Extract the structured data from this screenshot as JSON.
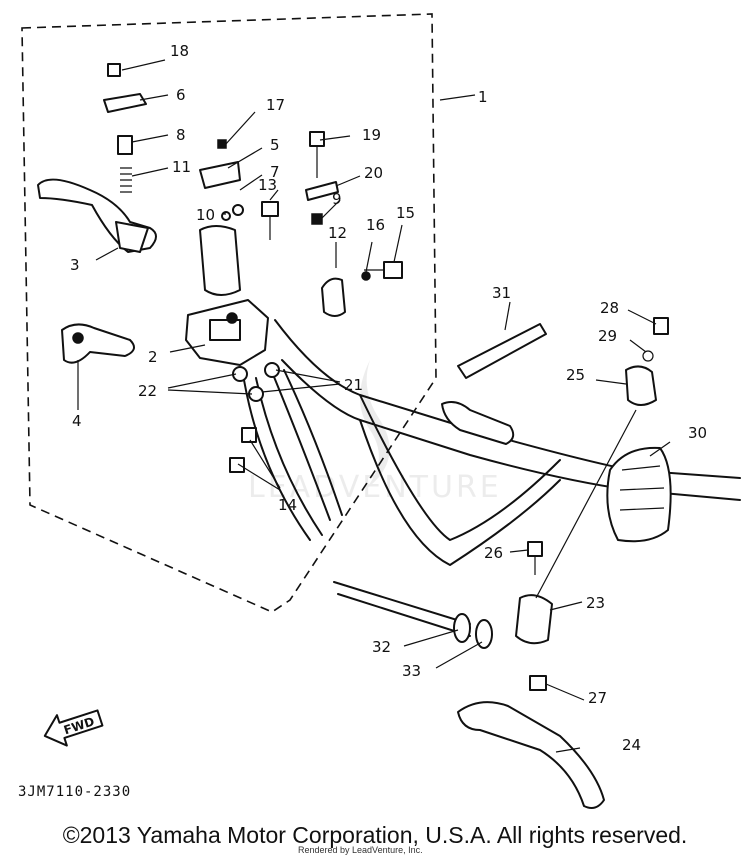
{
  "diagram": {
    "callouts": [
      "1",
      "2",
      "3",
      "4",
      "5",
      "6",
      "7",
      "8",
      "9",
      "10",
      "11",
      "12",
      "13",
      "14",
      "15",
      "16",
      "17",
      "18",
      "19",
      "20",
      "21",
      "22",
      "23",
      "24",
      "25",
      "26",
      "27",
      "28",
      "29",
      "30",
      "31",
      "32",
      "33"
    ],
    "part_code": "3JM7110-2330",
    "direction_label": "FWD",
    "watermark_text": "LEADVENTURE"
  },
  "footer": {
    "copyright": "©2013 Yamaha Motor Corporation, U.S.A. All rights reserved.",
    "rendered_by": "Rendered by LeadVenture, Inc."
  }
}
